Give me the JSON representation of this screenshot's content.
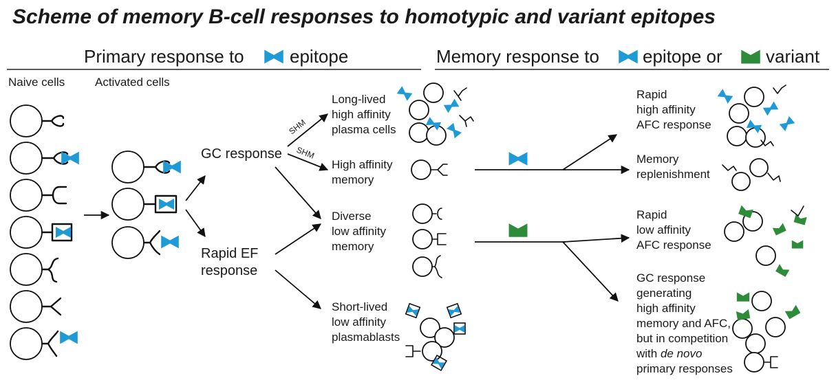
{
  "title": "Scheme of memory B-cell responses to homotypic and variant epitopes",
  "colors": {
    "epitope": "#1e9bd7",
    "variant": "#2e8b3a",
    "ink": "#111111"
  },
  "primary": {
    "heading_pre": "Primary response to",
    "heading_post": "epitope",
    "naive_label": "Naive cells",
    "activated_label": "Activated cells",
    "gc_label": "GC response",
    "ef_label_1": "Rapid EF",
    "ef_label_2": "response",
    "shm_1": "SHM",
    "shm_2": "SHM",
    "outcomes": {
      "plasma": [
        "Long-lived",
        "high affinity",
        "plasma cells"
      ],
      "memory": [
        "High affinity",
        "memory"
      ],
      "diverse": [
        "Diverse",
        "low affinity",
        "memory"
      ],
      "blasts": [
        "Short-lived",
        "low affinity",
        "plasmablasts"
      ]
    }
  },
  "memory": {
    "heading_pre": "Memory response to",
    "heading_mid": "epitope or",
    "heading_post": "variant",
    "outcomes": {
      "rapid_high": [
        "Rapid",
        "high affinity",
        "AFC response"
      ],
      "replenish": [
        "Memory",
        "replenishment"
      ],
      "rapid_low": [
        "Rapid",
        "low affinity",
        "AFC response"
      ],
      "gc": [
        "GC response",
        "generating",
        "high affinity",
        "memory and AFC,",
        "but in competition"
      ],
      "gc_denovo_pre": "with",
      "gc_denovo_italic": "de novo",
      "gc_last": "primary responses"
    }
  }
}
